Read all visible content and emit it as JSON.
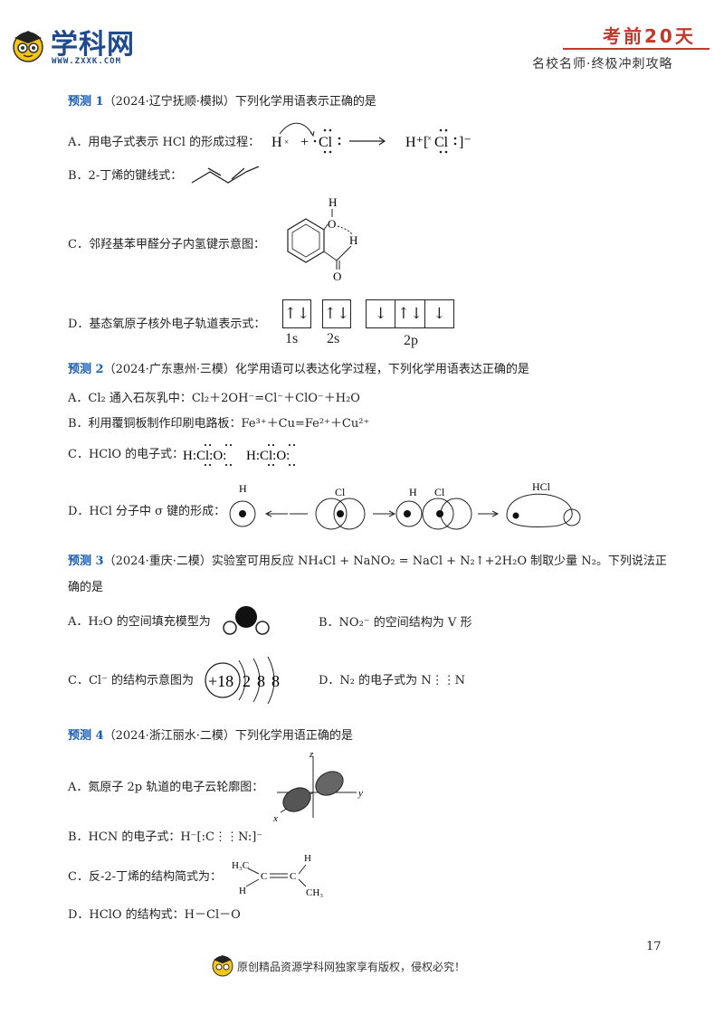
{
  "header": {
    "logo_text": "学科网",
    "logo_url": "WWW.ZXXK.COM",
    "badge": "考前20天",
    "subtitle": "名校名师·终极冲刺攻略"
  },
  "q1": {
    "pred": "预测 1",
    "stem": "（2024·辽宁抚顺·模拟）下列化学用语表示正确的是",
    "a_label": "A．用电子式表示 HCl 的形成过程：",
    "a_h": "H",
    "a_x": "×",
    "a_plus": "+",
    "a_cl": "Cl",
    "a_right": "H⁺[",
    "a_right_x": "×",
    "a_right_cl": "Cl",
    "a_right_end": "]⁻",
    "b_label": "B．2-丁烯的键线式：",
    "c_label": "C．邻羟基苯甲醛分子内氢键示意图：",
    "c_h1": "H",
    "c_o1": "O",
    "c_h2": "H",
    "c_o2": "O",
    "d_label": "D．基态氧原子核外电子轨道表示式：",
    "d_1s_box": "↑↓",
    "d_2s_box": "↑↓",
    "d_2p_boxes": [
      "↓",
      "↑↓",
      "↓"
    ],
    "d_1s": "1s",
    "d_2s": "2s",
    "d_2p": "2p"
  },
  "q2": {
    "pred": "预测 2",
    "stem": "（2024·广东惠州·三模）化学用语可以表达化学过程，下列化学用语表达正确的是",
    "a": "A．Cl₂ 通入石灰乳中：Cl₂＋2OH⁻=Cl⁻＋ClO⁻＋H₂O",
    "b": "B．利用覆铜板制作印刷电路板：Fe³⁺＋Cu=Fe²⁺＋Cu²⁺",
    "c_label": "C．HClO 的电子式：",
    "c_formula_1": "H:Cl:O:",
    "c_formula_2": "H:Cl:O:",
    "d_label": "D．HCl 分子中 σ 键的形成：",
    "d_h": "H",
    "d_cl": "Cl",
    "d_h2": "H",
    "d_cl2": "Cl",
    "d_hcl": "HCl"
  },
  "q3": {
    "pred": "预测 3",
    "stem_1": "（2024·重庆·二模）实验室可用反应 NH₄Cl + NaNO₂ = NaCl + N₂↑+2H₂O 制取少量 N₂。下列说法正",
    "stem_2": "确的是",
    "a": "A．H₂O 的空间填充模型为",
    "b": "B．NO₂⁻ 的空间结构为 V 形",
    "c": "C．Cl⁻ 的结构示意图为",
    "c_nucleus": "+18",
    "c_shells": [
      "2",
      "8",
      "8"
    ],
    "d": "D．N₂ 的电子式为 N⋮⋮N"
  },
  "q4": {
    "pred": "预测 4",
    "stem": "（2024·浙江丽水·二模）下列化学用语正确的是",
    "a": "A．氮原子 2p 轨道的电子云轮廓图：",
    "a_z": "z",
    "a_y": "y",
    "a_x": "x",
    "b": "B．HCN 的电子式：H⁻[:C⋮⋮N:]⁻",
    "c": "C．反-2-丁烯的结构简式为：",
    "c_h3c": "H₃C",
    "c_c1": "C",
    "c_c2": "C",
    "c_h1": "H",
    "c_h2": "H",
    "c_ch3": "CH₃",
    "d": "D．HClO 的结构式：H－Cl－O"
  },
  "page_number": "17",
  "footer": "原创精品资源学科网独家享有版权，侵权必究！"
}
